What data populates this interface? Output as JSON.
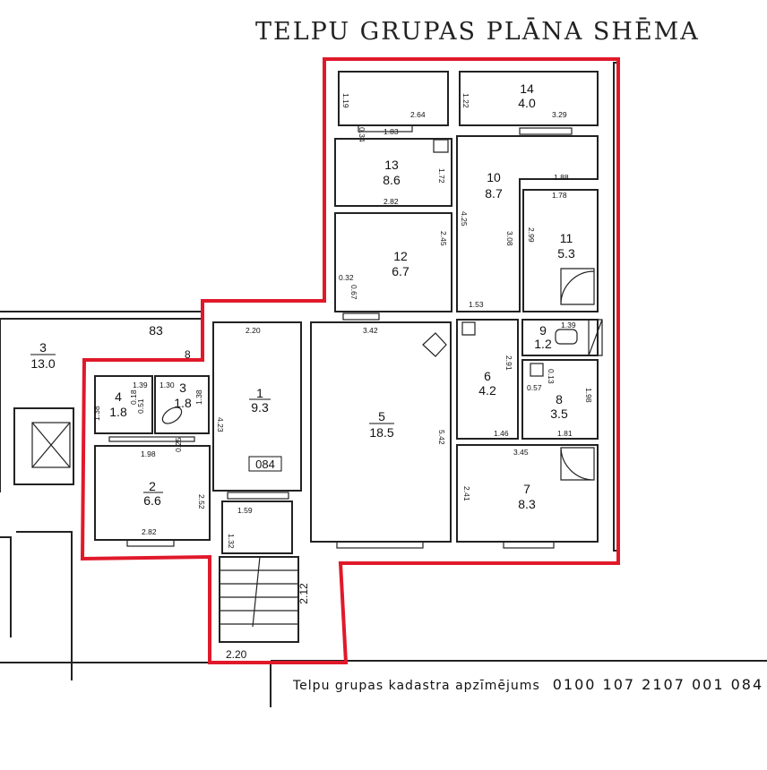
{
  "title": "TELPU GRUPAS PLĀNA SHĒMA",
  "caption": {
    "label": "Telpu grupas kadastra apzīmējums",
    "code": "0100 107 2107 001 084"
  },
  "door_label": "084",
  "neighbor_label": "83",
  "rooms": [
    {
      "number": "1",
      "area": "9.3"
    },
    {
      "number": "2",
      "area": "6.6"
    },
    {
      "number": "3",
      "area": "1.8"
    },
    {
      "number": "4",
      "area": "1.8"
    },
    {
      "number": "5",
      "area": "18.5"
    },
    {
      "number": "6",
      "area": "4.2"
    },
    {
      "number": "7",
      "area": "8.3"
    },
    {
      "number": "8",
      "area": "3.5"
    },
    {
      "number": "9",
      "area": "1.2"
    },
    {
      "number": "10",
      "area": "8.7"
    },
    {
      "number": "11",
      "area": "5.3"
    },
    {
      "number": "12",
      "area": "6.7"
    },
    {
      "number": "13",
      "area": "8.6"
    },
    {
      "number": "14",
      "area": "4.0"
    },
    {
      "number": "3",
      "area": "13.0"
    }
  ],
  "dimensions": [
    "2.20",
    "4.23",
    "1.59",
    "1.32",
    "2.12",
    "2.20",
    "1.98",
    "0.25",
    "2.52",
    "2.82",
    "1.39",
    "1.30",
    "0.18",
    "0.51",
    "1.38",
    "1.38",
    "3.42",
    "5.42",
    "2.91",
    "1.46",
    "3.45",
    "2.41",
    "1.39",
    "0.13",
    "0.57",
    "1.98",
    "1.81",
    "1.88",
    "1.78",
    "2.99",
    "3.08",
    "4.25",
    "1.53",
    "2.45",
    "0.32",
    "0.67",
    "2.82",
    "1.72",
    "1.83",
    "0.34",
    "1.19",
    "2.64",
    "1.22",
    "3.29",
    "8"
  ],
  "colors": {
    "boundary": "#e0192a",
    "wall": "#222222"
  }
}
